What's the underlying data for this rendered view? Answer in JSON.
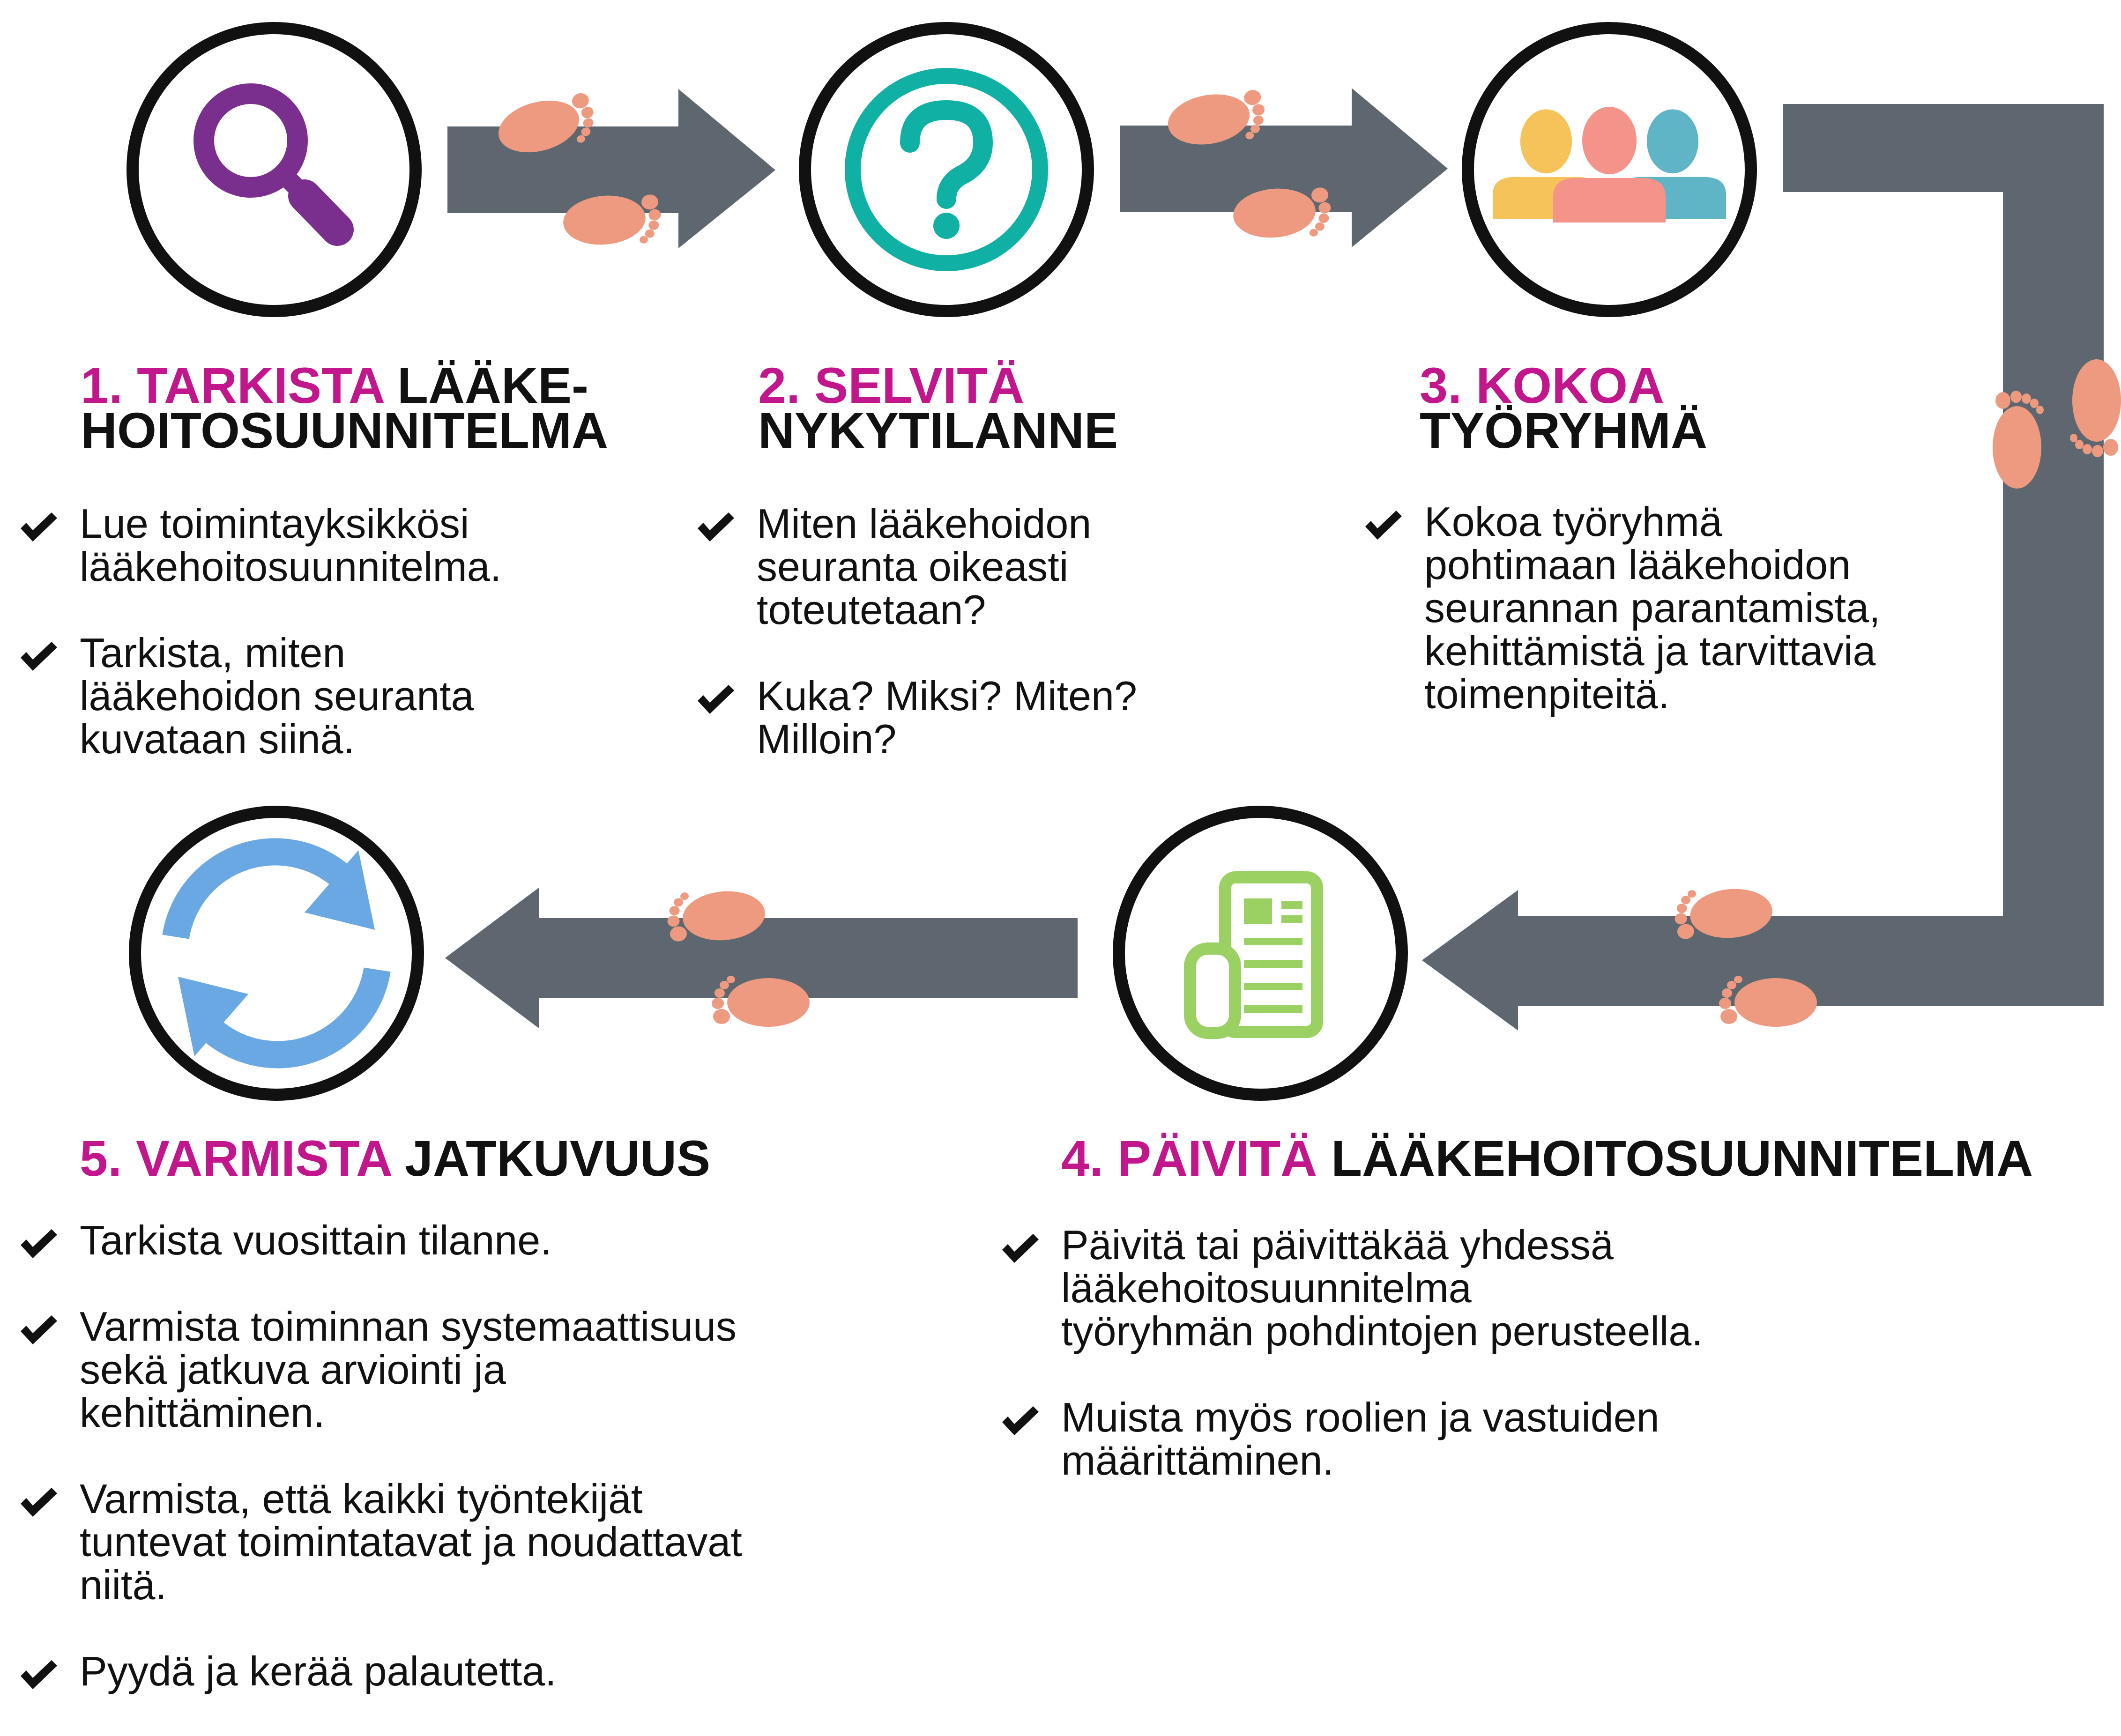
{
  "colors": {
    "accent": "#c2168c",
    "text": "#111111",
    "arrow": "#5e676f",
    "foot": "#ee9a80",
    "circle_stroke": "#111111",
    "search_icon": "#7a2e8e",
    "question_icon": "#10b0a5",
    "people_icons": [
      "#f6c35a",
      "#f4938a",
      "#5fb4c6"
    ],
    "document_icon": "#9bd063",
    "refresh_icon": "#6aa8e4"
  },
  "steps": [
    {
      "id": 1,
      "icon": "magnifier-icon",
      "title_highlight": "1. TARKISTA",
      "title_rest_line1": " LÄÄKE-",
      "title_line2": "HOITOSUUNNITELMA",
      "bullets": [
        {
          "lines": [
            "Lue toimintayksikkösi",
            "lääkehoitosuunnitelma."
          ]
        },
        {
          "lines": [
            "Tarkista, miten",
            "lääkehoidon seuranta",
            "kuvataan siinä."
          ]
        }
      ]
    },
    {
      "id": 2,
      "icon": "question-mark-icon",
      "title_highlight": "2. SELVITÄ",
      "title_line2": "NYKYTILANNE",
      "bullets": [
        {
          "lines": [
            "Miten lääkehoidon",
            "seuranta oikeasti",
            "toteutetaan?"
          ]
        },
        {
          "lines": [
            "Kuka? Miksi? Miten?",
            "Milloin?"
          ]
        }
      ]
    },
    {
      "id": 3,
      "icon": "team-people-icon",
      "title_highlight": "3. KOKOA",
      "title_line2": "TYÖRYHMÄ",
      "bullets": [
        {
          "lines": [
            "Kokoa työryhmä",
            "pohtimaan lääkehoidon",
            "seurannan parantamista,",
            "kehittämistä ja tarvittavia",
            "toimenpiteitä."
          ]
        }
      ]
    },
    {
      "id": 4,
      "icon": "document-icon",
      "title_highlight": "4. PÄIVITÄ",
      "title_rest_line1": " LÄÄKEHOITOSUUNNITELMA",
      "bullets": [
        {
          "lines": [
            "Päivitä tai päivittäkää yhdessä",
            "lääkehoitosuunnitelma",
            "työryhmän pohdintojen perusteella."
          ]
        },
        {
          "lines": [
            "Muista myös roolien ja vastuiden",
            "määrittäminen."
          ]
        }
      ]
    },
    {
      "id": 5,
      "icon": "refresh-cycle-icon",
      "title_highlight": "5. VARMISTA",
      "title_rest_line1": " JATKUVUUS",
      "bullets": [
        {
          "lines": [
            "Tarkista vuosittain tilanne."
          ]
        },
        {
          "lines": [
            "Varmista toiminnan systemaattisuus",
            "sekä jatkuva arviointi ja",
            "kehittäminen."
          ]
        },
        {
          "lines": [
            "Varmista, että kaikki työntekijät",
            "tuntevat toimintatavat ja noudattavat",
            "niitä."
          ]
        },
        {
          "lines": [
            "Pyydä ja kerää palautetta."
          ]
        }
      ]
    }
  ]
}
